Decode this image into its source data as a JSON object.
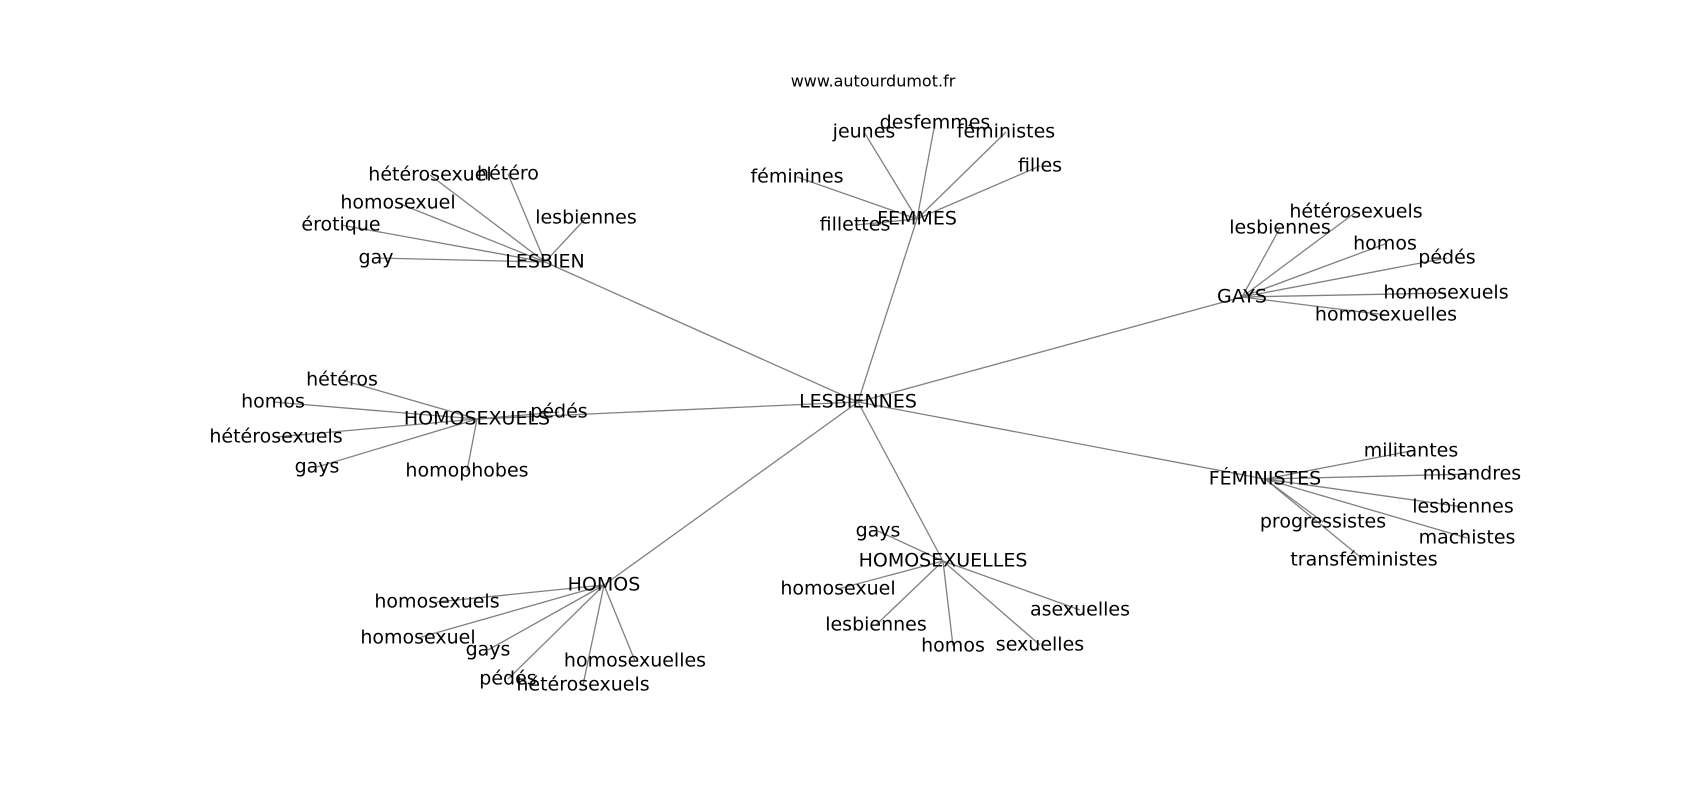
{
  "site_label": "www.autourdumot.fr",
  "center": {
    "id": "center",
    "label": "LESBIENNES"
  },
  "hubs": [
    {
      "id": "lesbien",
      "label": "LESBIEN",
      "leaves": [
        {
          "id": "hetero",
          "label": "hétéro"
        },
        {
          "id": "heterosexuel",
          "label": "hétérosexuel"
        },
        {
          "id": "homosexuel",
          "label": "homosexuel"
        },
        {
          "id": "erotique",
          "label": "érotique"
        },
        {
          "id": "gay",
          "label": "gay"
        },
        {
          "id": "lesbiennes",
          "label": "lesbiennes"
        }
      ]
    },
    {
      "id": "femmes",
      "label": "FEMMES",
      "leaves": [
        {
          "id": "jeunes",
          "label": "jeunes"
        },
        {
          "id": "desfemmes",
          "label": "desfemmes"
        },
        {
          "id": "feministes",
          "label": "féministes"
        },
        {
          "id": "filles",
          "label": "filles"
        },
        {
          "id": "feminines",
          "label": "féminines"
        },
        {
          "id": "fillettes",
          "label": "fillettes"
        }
      ]
    },
    {
      "id": "gays",
      "label": "GAYS",
      "leaves": [
        {
          "id": "lesbiennes",
          "label": "lesbiennes"
        },
        {
          "id": "heterosexuels",
          "label": "hétérosexuels"
        },
        {
          "id": "homos",
          "label": "homos"
        },
        {
          "id": "pedes",
          "label": "pédés"
        },
        {
          "id": "homosexuels",
          "label": "homosexuels"
        },
        {
          "id": "homosexuelles",
          "label": "homosexuelles"
        }
      ]
    },
    {
      "id": "homosexuels",
      "label": "HOMOSEXUELS",
      "leaves": [
        {
          "id": "heteros",
          "label": "hétéros"
        },
        {
          "id": "homos",
          "label": "homos"
        },
        {
          "id": "heterosexuels",
          "label": "hétérosexuels"
        },
        {
          "id": "gays",
          "label": "gays"
        },
        {
          "id": "homophobes",
          "label": "homophobes"
        },
        {
          "id": "pedes",
          "label": "pédés"
        }
      ]
    },
    {
      "id": "feministes",
      "label": "FÉMINISTES",
      "leaves": [
        {
          "id": "militantes",
          "label": "militantes"
        },
        {
          "id": "misandres",
          "label": "misandres"
        },
        {
          "id": "lesbiennes",
          "label": "lesbiennes"
        },
        {
          "id": "progressistes",
          "label": "progressistes"
        },
        {
          "id": "machistes",
          "label": "machistes"
        },
        {
          "id": "transfeministes",
          "label": "transféministes"
        }
      ]
    },
    {
      "id": "homosexuelles",
      "label": "HOMOSEXUELLES",
      "leaves": [
        {
          "id": "gays",
          "label": "gays"
        },
        {
          "id": "homosexuel",
          "label": "homosexuel"
        },
        {
          "id": "lesbiennes",
          "label": "lesbiennes"
        },
        {
          "id": "homos",
          "label": "homos"
        },
        {
          "id": "sexuelles",
          "label": "sexuelles"
        },
        {
          "id": "asexuelles",
          "label": "asexuelles"
        }
      ]
    },
    {
      "id": "homos",
      "label": "HOMOS",
      "leaves": [
        {
          "id": "homosexuels",
          "label": "homosexuels"
        },
        {
          "id": "homosexuel",
          "label": "homosexuel"
        },
        {
          "id": "gays",
          "label": "gays"
        },
        {
          "id": "pedes",
          "label": "pédés"
        },
        {
          "id": "heterosexuels",
          "label": "hétérosexuels"
        },
        {
          "id": "homosexuelles",
          "label": "homosexuelles"
        }
      ]
    }
  ]
}
